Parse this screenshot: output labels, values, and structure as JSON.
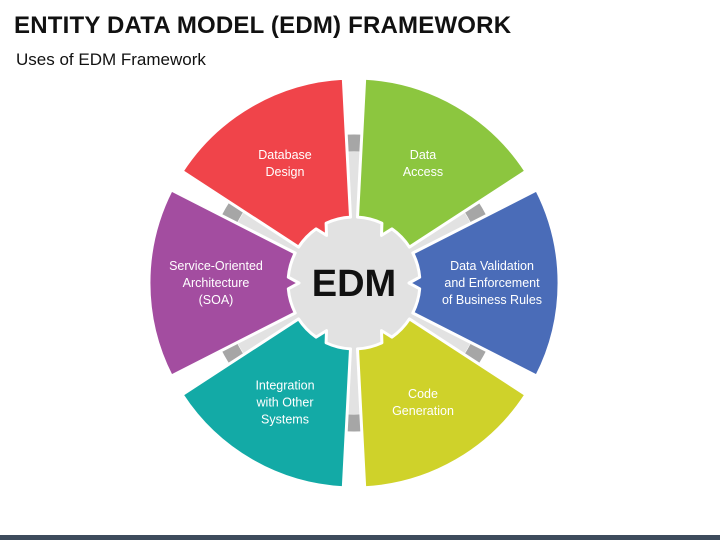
{
  "header": {
    "title": "ENTITY DATA MODEL (EDM) FRAMEWORK",
    "subtitle": "Uses of EDM Framework"
  },
  "diagram": {
    "center_label": "EDM",
    "segments": [
      {
        "lines": [
          "Database",
          "Design"
        ],
        "color": "#f0444a"
      },
      {
        "lines": [
          "Data",
          "Access"
        ],
        "color": "#8cc63f"
      },
      {
        "lines": [
          "Data Validation",
          "and Enforcement",
          "of Business Rules"
        ],
        "color": "#4a6cb8"
      },
      {
        "lines": [
          "Code",
          "Generation"
        ],
        "color": "#cfd22a"
      },
      {
        "lines": [
          "Integration",
          "with Other",
          "Systems"
        ],
        "color": "#13aaa6"
      },
      {
        "lines": [
          "Service-Oriented",
          "Architecture",
          "(SOA)"
        ],
        "color": "#a34da0"
      }
    ],
    "ring_color": "#a6a6a6",
    "hub_color": "#e2e2e2"
  }
}
